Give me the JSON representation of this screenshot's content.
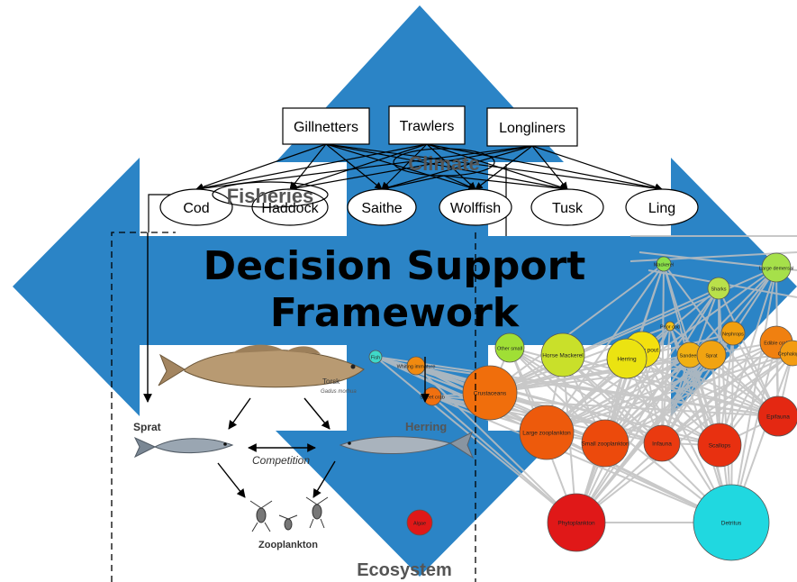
{
  "title": {
    "line1": "Decision Support",
    "line2": "Framework"
  },
  "colors": {
    "arrow": "#2B84C6",
    "background": "#FFFFFF"
  },
  "fleets": [
    "Gillnetters",
    "Trawlers",
    "Longliners"
  ],
  "species": [
    "Cod",
    "Haddock",
    "Saithe",
    "Wolffish",
    "Tusk",
    "Ling"
  ],
  "labels": {
    "climate": "Climate",
    "fisheries": "Fisheries",
    "ecosystem": "Ecosystem",
    "sprat": "Sprat",
    "herring": "Herring",
    "competition": "Competition",
    "zooplankton": "Zooplankton"
  },
  "food_web_nodes": [
    "Mackerel",
    "Large demersal",
    "Sharks",
    "Poor cod",
    "Nephrops",
    "Edible crab",
    "Cephalopods",
    "Norway pout",
    "Sandeels",
    "Sprat",
    "Herring",
    "Horse Mackerel",
    "Other small",
    "Crustaceans",
    "Whiting immature",
    "Large zooplankton",
    "Small zooplankton",
    "Infauna",
    "Scallops",
    "Epifauna",
    "Phytoplankton",
    "Detritus",
    "Algae",
    "Sweet crab",
    "Fish"
  ],
  "figure_captions": {
    "torsk": "Torsk",
    "torsk_sub": "Gadus morhua"
  }
}
